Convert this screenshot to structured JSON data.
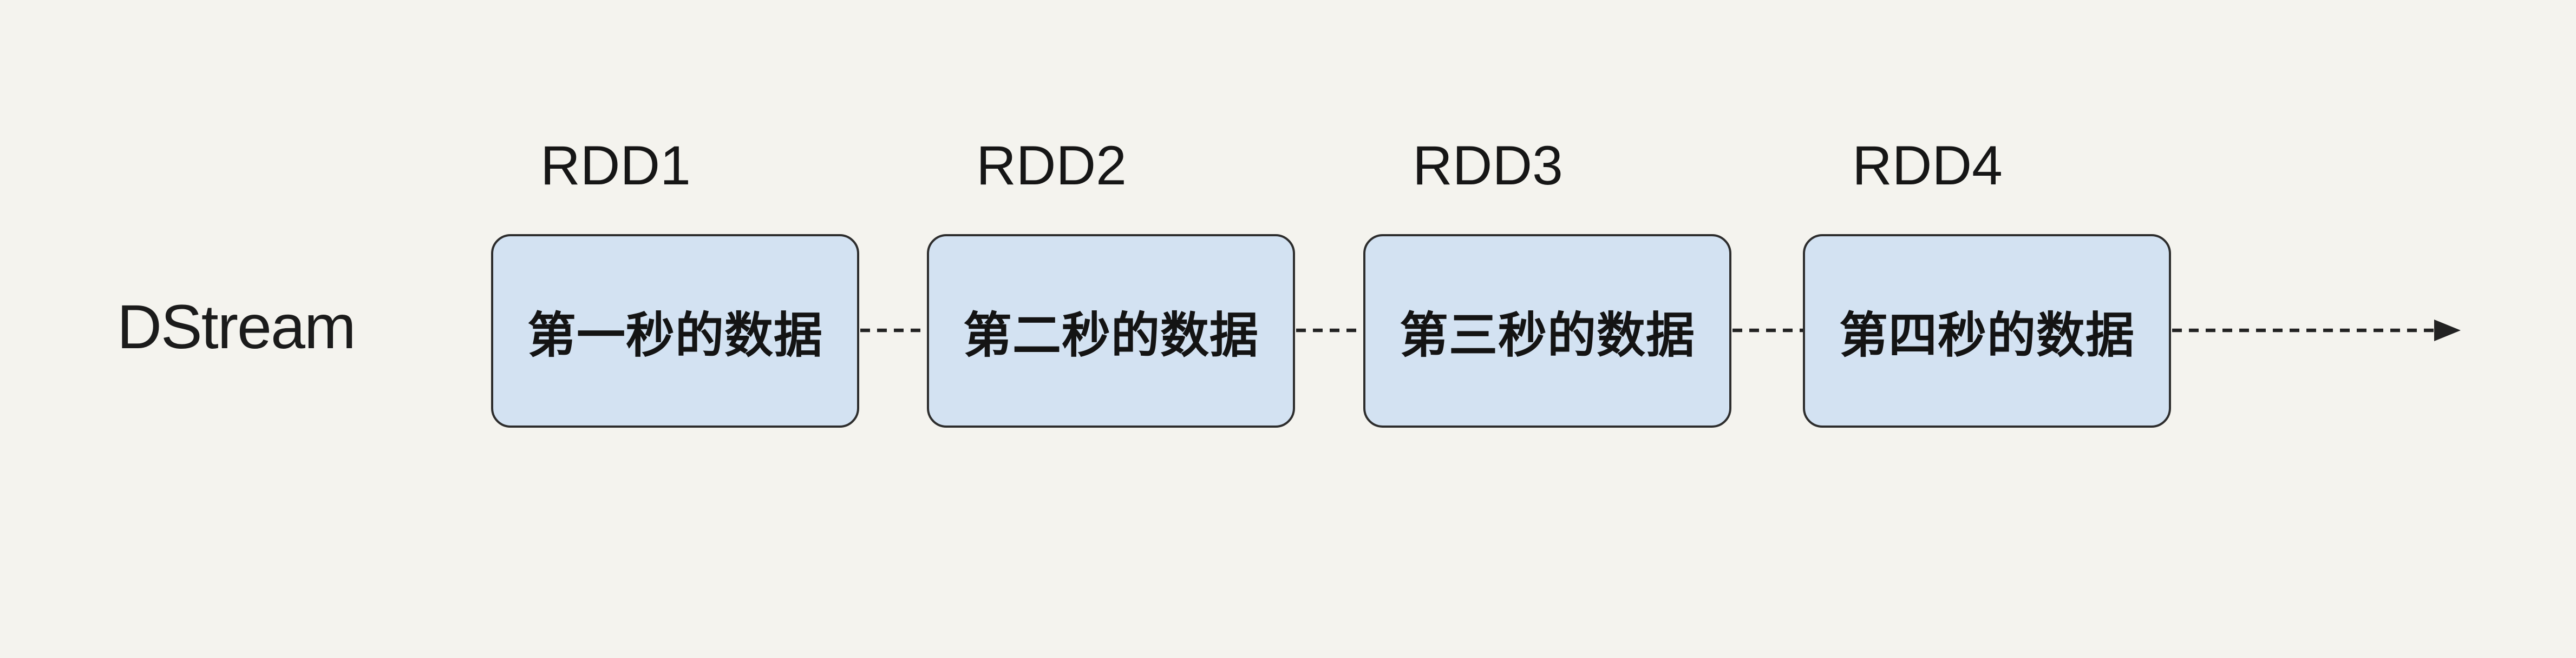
{
  "diagram": {
    "stream_label": "DStream",
    "rdds": [
      {
        "title": "RDD1",
        "content": "第一秒的数据"
      },
      {
        "title": "RDD2",
        "content": "第二秒的数据"
      },
      {
        "title": "RDD3",
        "content": "第三秒的数据"
      },
      {
        "title": "RDD4",
        "content": "第四秒的数据"
      }
    ],
    "connector_icon": "dashed-line",
    "end_icon": "dashed-arrow-right"
  },
  "colors": {
    "background": "#f4f3ee",
    "box_fill": "#d3e2f2",
    "box_border": "#2d2d2d",
    "text": "#1b1b1b",
    "connector": "#222222"
  }
}
